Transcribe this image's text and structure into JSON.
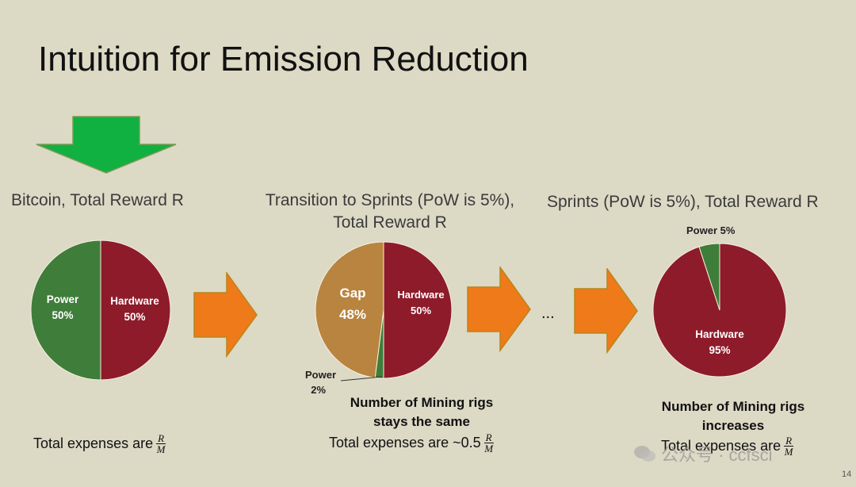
{
  "title": "Intuition for Emission Reduction",
  "panels": [
    {
      "heading": [
        "Bitcoin, Total Reward R"
      ],
      "slices": [
        {
          "name": "Hardware",
          "value": 50,
          "label": "Hardware",
          "pct": "50%",
          "color": "#8e1b2a"
        },
        {
          "name": "Power",
          "value": 50,
          "label": "Power",
          "pct": "50%",
          "color": "#3f7d3a"
        }
      ],
      "expense_prefix": "Total expenses are",
      "expense_num": "R",
      "expense_den": "M"
    },
    {
      "heading": [
        "Transition to Sprints (PoW is 5%),",
        "Total Reward R"
      ],
      "slices": [
        {
          "name": "Hardware",
          "value": 50,
          "label": "Hardware",
          "pct": "50%",
          "color": "#8e1b2a"
        },
        {
          "name": "Power",
          "value": 2,
          "label": "Power",
          "pct": "2%",
          "color": "#3f7d3a"
        },
        {
          "name": "Gap",
          "value": 48,
          "label": "Gap",
          "pct": "48%",
          "color": "#b8843f"
        }
      ],
      "note": [
        "Number of Mining rigs",
        "stays the same"
      ],
      "expense_prefix": "Total expenses are ~0.5",
      "expense_num": "R",
      "expense_den": "M"
    },
    {
      "heading": [
        "Sprints (PoW is 5%), Total Reward R"
      ],
      "slices": [
        {
          "name": "Hardware",
          "value": 95,
          "label": "Hardware",
          "pct": "95%",
          "color": "#8e1b2a"
        },
        {
          "name": "Power",
          "value": 5,
          "label": "Power 5%",
          "pct": "",
          "color": "#3f7d3a"
        }
      ],
      "note": [
        "Number of Mining rigs",
        "increases"
      ],
      "expense_prefix": "Total expenses are",
      "expense_num": "R",
      "expense_den": "M"
    }
  ],
  "ellipsis": "...",
  "watermark": "公众号 · ccfsci",
  "page_number": "14",
  "colors": {
    "down_arrow": "#10b041",
    "right_arrow": "#ee7a1a",
    "hardware": "#8e1b2a",
    "power": "#3f7d3a",
    "gap": "#b8843f",
    "background": "#dcd9c5"
  }
}
